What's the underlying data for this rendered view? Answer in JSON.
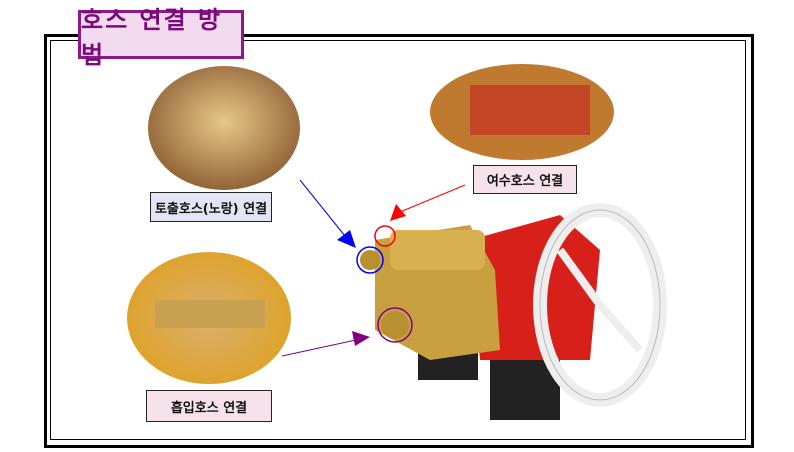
{
  "title": "호스 연결 방법",
  "labels": {
    "discharge": "토출호스(노랑) 연결",
    "bypass": "여수호스 연결",
    "suction": "흡입호스 연결"
  },
  "colors": {
    "title_border": "#8a1a8a",
    "discharge_arrow": "#0000ff",
    "bypass_arrow": "#ff0000",
    "suction_arrow": "#800080"
  }
}
